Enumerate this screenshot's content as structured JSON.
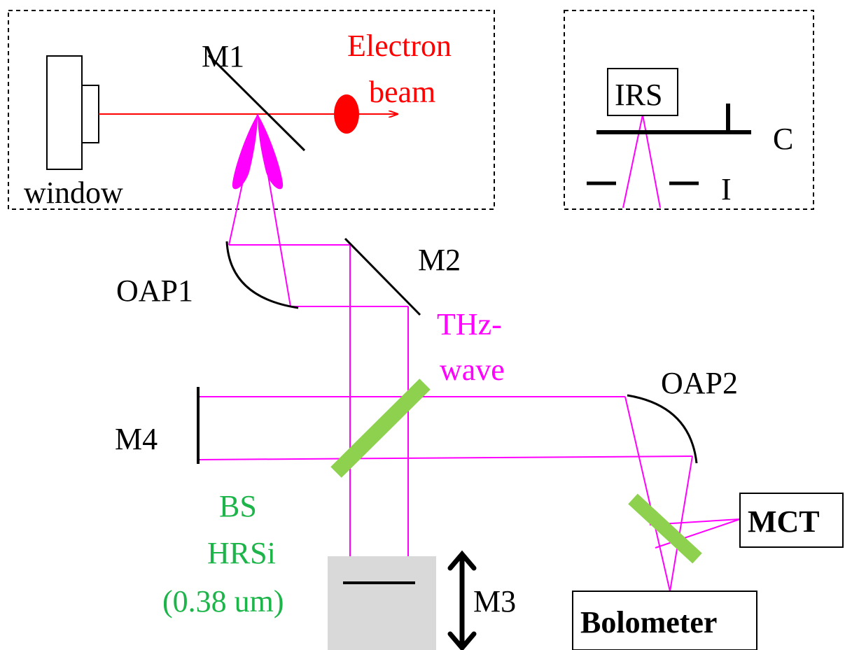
{
  "colors": {
    "beam": "#ff0000",
    "thz": "#ff00ff",
    "splitter": "#8ed14f",
    "stage": "#d9d9d9",
    "label_green": "#1db44a"
  },
  "labels": {
    "m1": "M1",
    "electron": "Electron",
    "beam": "beam",
    "window": "window",
    "irs": "IRS",
    "c": "C",
    "i": "I",
    "m2": "M2",
    "oap1": "OAP1",
    "thz_line1": "THz-",
    "thz_line2": "wave",
    "oap2": "OAP2",
    "m4": "M4",
    "bs": "BS",
    "hrsi": "HRSi",
    "thickness": "(0.38 um)",
    "m3": "M3",
    "mct": "MCT",
    "bolometer": "Bolometer"
  }
}
